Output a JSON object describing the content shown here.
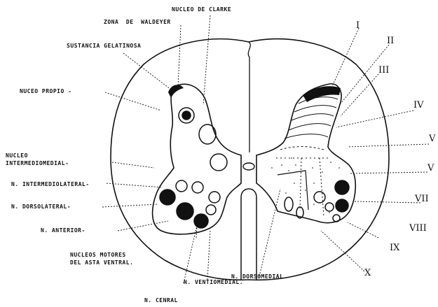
{
  "labels_left": {
    "nucleo_clarke": "NUCLEO DE CLARKE",
    "zona_waldeyer": "ZONA  DE  WALDEYER",
    "sustancia_gelatinosa": "SUSTANCIA GELATINOSA",
    "nucleo_propio": "NUCEO PROPIO -",
    "nucleo_intermediomedial": "NUCLEO\nINTERMEDIOMEDIAL-",
    "n_intermediolateral": "N. INTERMEDIOLATERAL-",
    "n_dorsolateral": "N. DORSOLATERAL-",
    "n_anterior": "N. ANTERIOR-",
    "nucleos_motores": "NUCLEOS MOTORES\nDEL ASTA VENTRAL.",
    "n_central": "N. CENRAL",
    "n_ventromedial": "N. VENTIOMEDIAL.",
    "n_dorsomedial": "N. DORSOMEDIAL"
  },
  "laminae": {
    "I": "I",
    "II": "II",
    "III": "III",
    "IV": "IV",
    "V1": "V",
    "V2": "V",
    "VII": "VII",
    "VIII": "VIII",
    "IX": "IX",
    "X": "X"
  },
  "colors": {
    "ink": "#111111",
    "paper": "#ffffff"
  }
}
